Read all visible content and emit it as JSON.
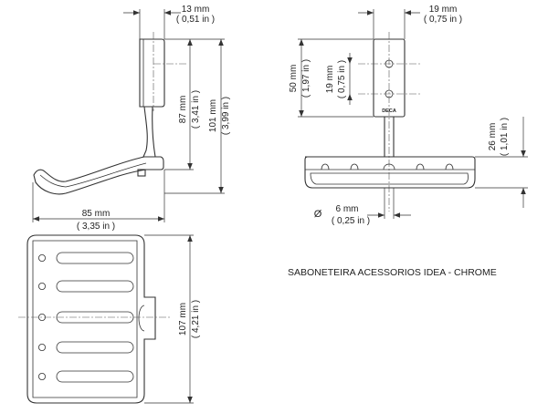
{
  "product_title": "SABONETEIRA ACESSORIOS IDEA - CHROME",
  "brand_mark": "DECA",
  "side_view": {
    "top_width": {
      "mm": "13 mm",
      "inch": "( 0,51 in )"
    },
    "depth": {
      "mm": "85 mm",
      "inch": "( 3,35 in )"
    },
    "inner_height": {
      "mm": "87 mm",
      "inch": "( 3,41 in )"
    },
    "total_height": {
      "mm": "101 mm",
      "inch": "( 3,99 in )"
    }
  },
  "front_view": {
    "plate_width": {
      "mm": "19 mm",
      "inch": "( 0,75 in )"
    },
    "plate_height": {
      "mm": "50 mm",
      "inch": "( 1,97 in )"
    },
    "hole_spacing": {
      "mm": "19 mm",
      "inch": "( 0,75 in )"
    },
    "tray_height": {
      "mm": "26 mm",
      "inch": "( 1,01 in )"
    },
    "rod_diameter": {
      "symbol": "Ø",
      "mm": "6 mm",
      "inch": "( 0,25 in )"
    }
  },
  "top_view": {
    "tray_length": {
      "mm": "107 mm",
      "inch": "( 4,21 in )"
    }
  }
}
